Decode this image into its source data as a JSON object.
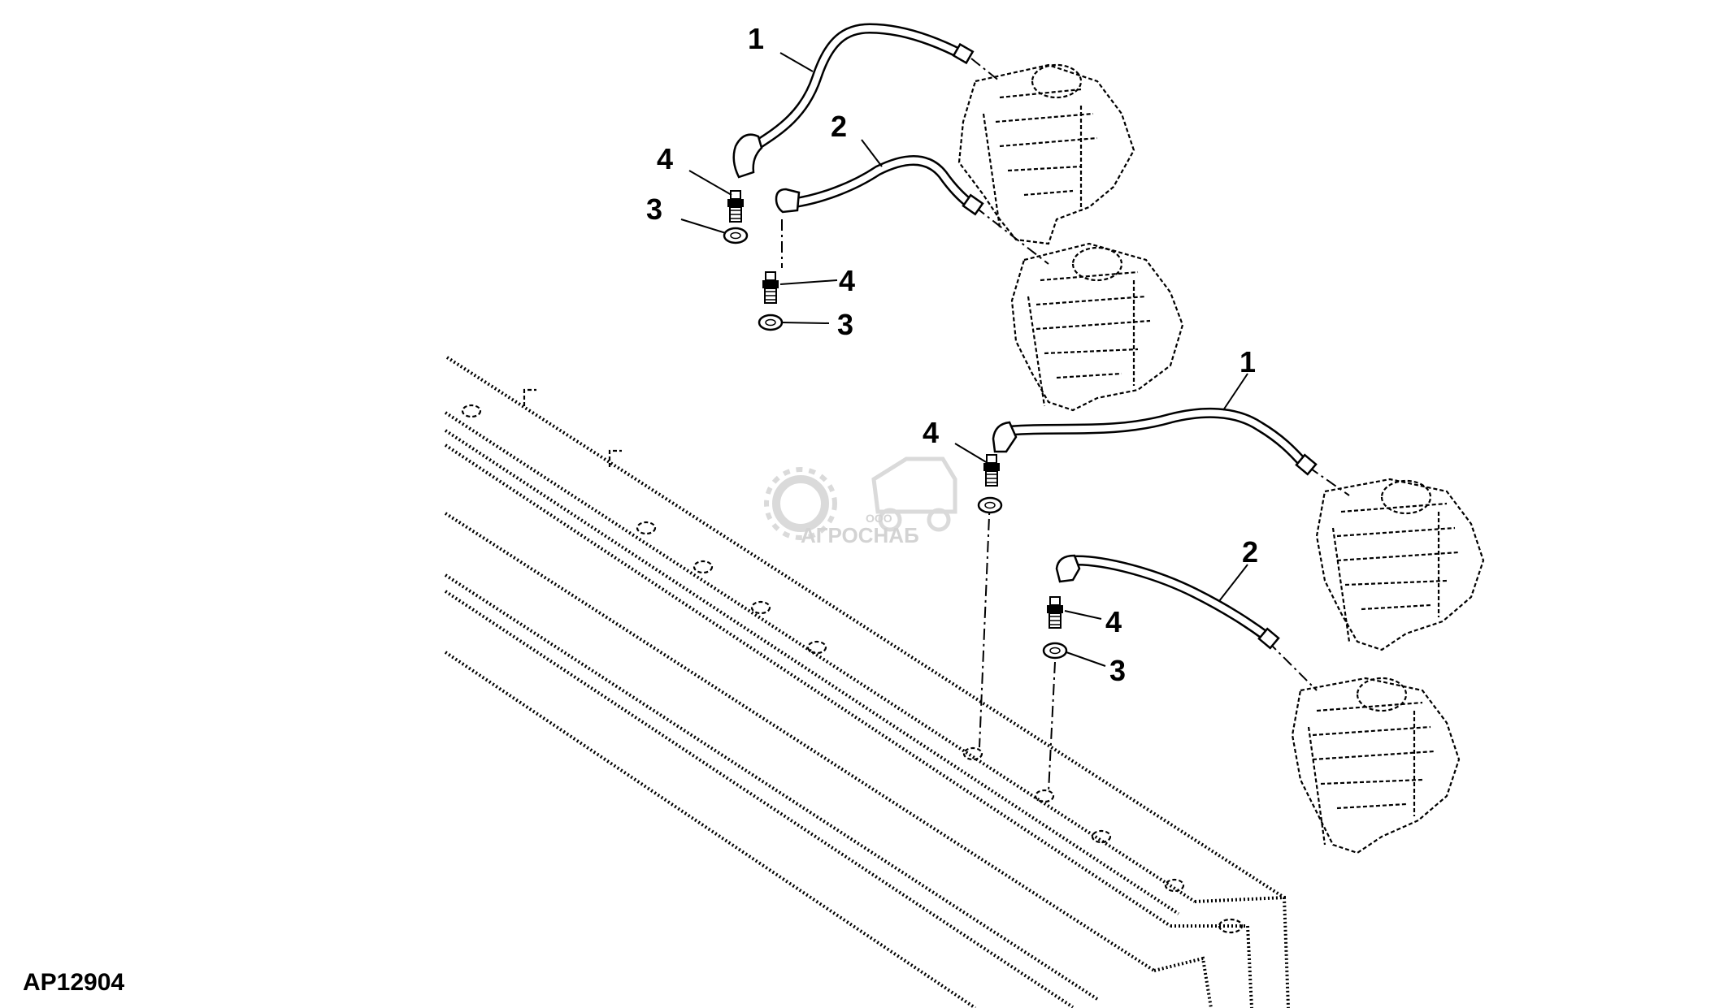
{
  "figure_id": "AP12904",
  "callouts": {
    "c1a": "1",
    "c1b": "1",
    "c2a": "2",
    "c2b": "2",
    "c3a": "3",
    "c3b": "3",
    "c3c": "3",
    "c4a": "4",
    "c4b": "4",
    "c4c": "4",
    "c4d": "4"
  },
  "watermark": {
    "small_text": "ООО",
    "brand_text": "АГРОСНАБ"
  },
  "colors": {
    "line": "#000000",
    "background": "#ffffff",
    "watermark": "#cfcfcf"
  }
}
